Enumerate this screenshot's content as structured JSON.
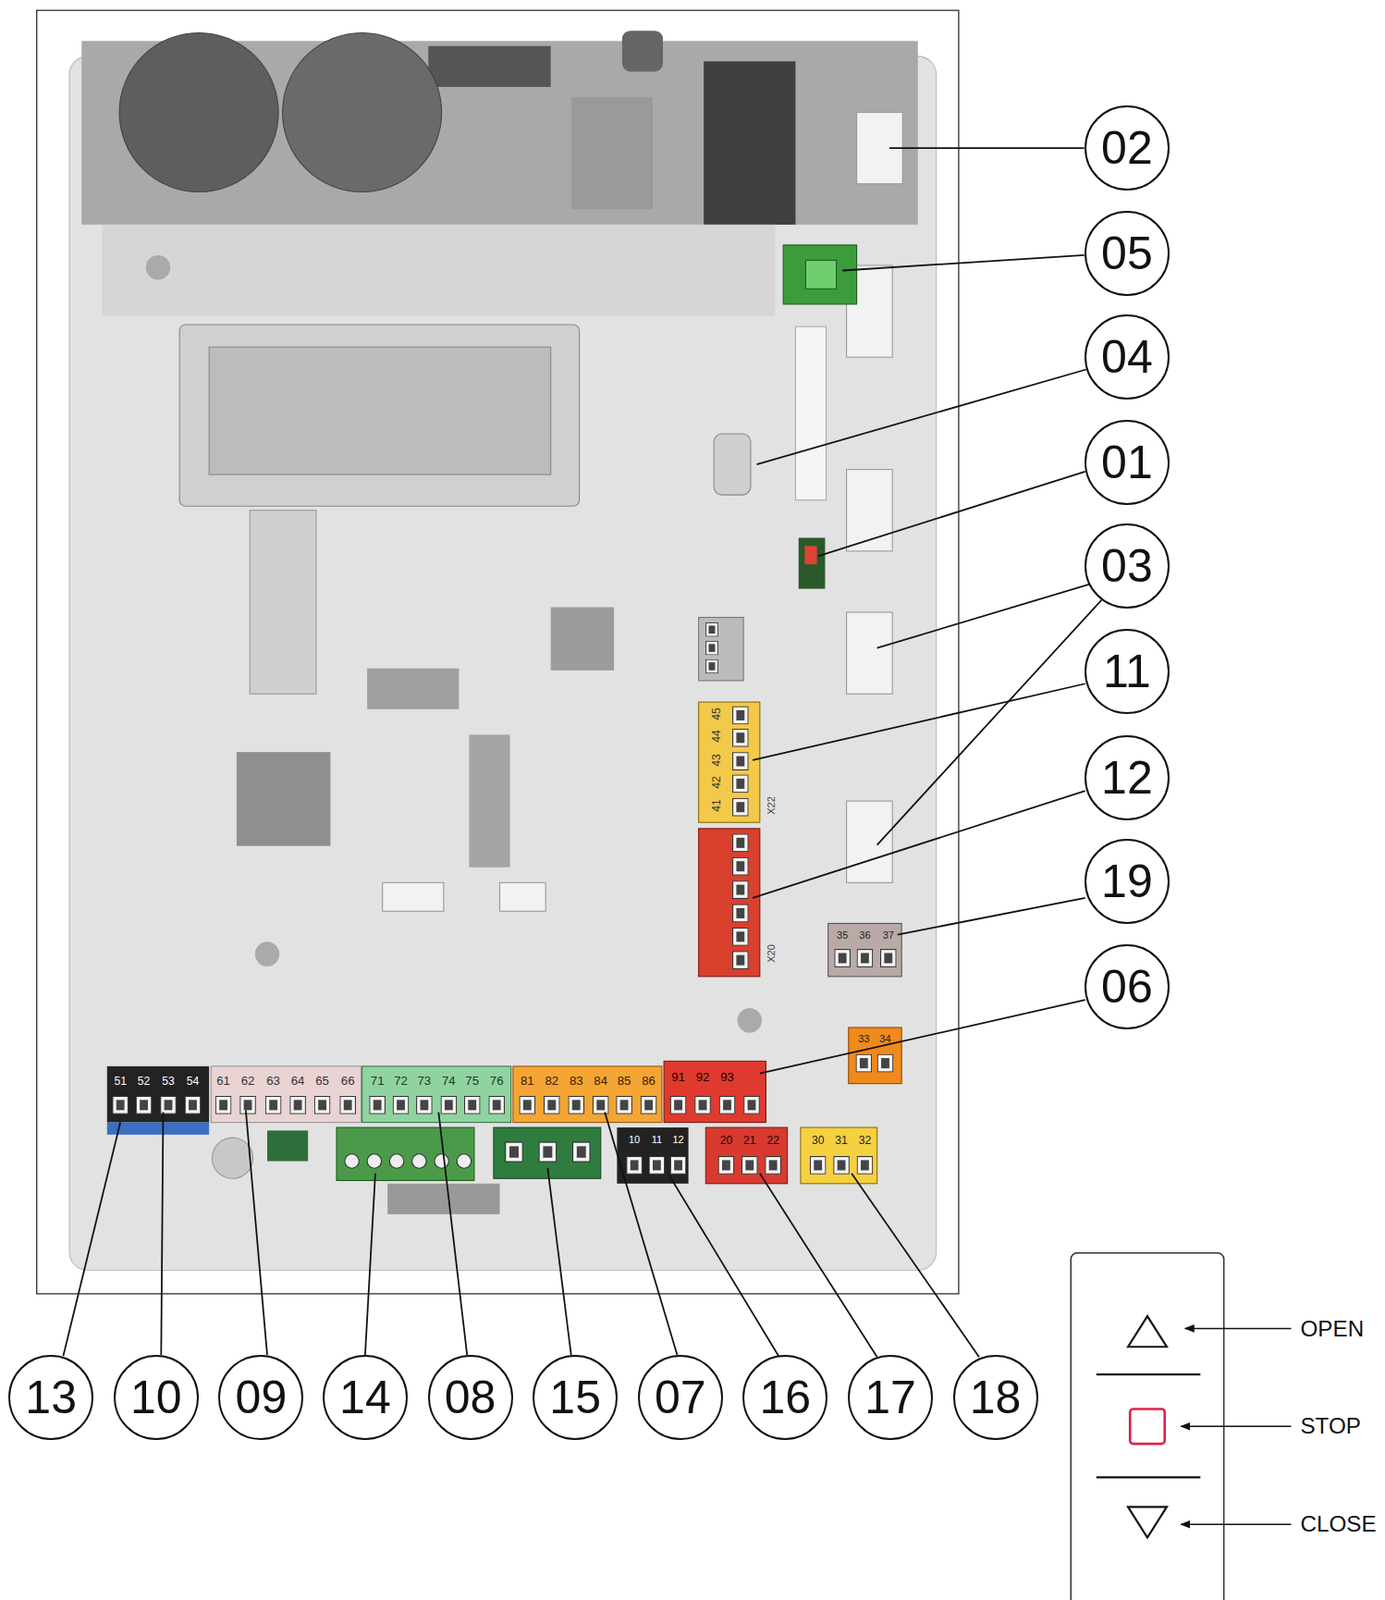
{
  "diagram": {
    "nodes": [
      {
        "text": [
          "02"
        ]
      },
      {
        "text": [
          "05"
        ]
      },
      {
        "text": [
          "04"
        ]
      },
      {
        "text": [
          "01"
        ]
      },
      {
        "text": [
          "03"
        ]
      },
      {
        "text": [
          "11"
        ]
      },
      {
        "text": [
          "12"
        ]
      },
      {
        "text": [
          "19"
        ]
      },
      {
        "text": [
          "06"
        ]
      },
      {
        "text": [
          "13"
        ]
      },
      {
        "text": [
          "10"
        ]
      },
      {
        "text": [
          "09"
        ]
      },
      {
        "text": [
          "14"
        ]
      },
      {
        "text": [
          "08"
        ]
      },
      {
        "text": [
          "15"
        ]
      },
      {
        "text": [
          "07"
        ]
      },
      {
        "text": [
          "16"
        ]
      },
      {
        "text": [
          "17"
        ]
      },
      {
        "text": [
          "18"
        ]
      }
    ],
    "labels": [
      "41",
      "42",
      "43",
      "44",
      "45",
      "X22",
      "X20",
      "35",
      "36",
      "37",
      "33",
      "34",
      "51",
      "52",
      "53",
      "54",
      "61",
      "62",
      "63",
      "64",
      "65",
      "66",
      "71",
      "72",
      "73",
      "74",
      "75",
      "76",
      "81",
      "82",
      "83",
      "84",
      "85",
      "86",
      "91",
      "92",
      "93",
      "10",
      "11",
      "12",
      "20",
      "21",
      "22",
      "30",
      "31",
      "32",
      "OPEN",
      "STOP",
      "CLOSE"
    ]
  }
}
